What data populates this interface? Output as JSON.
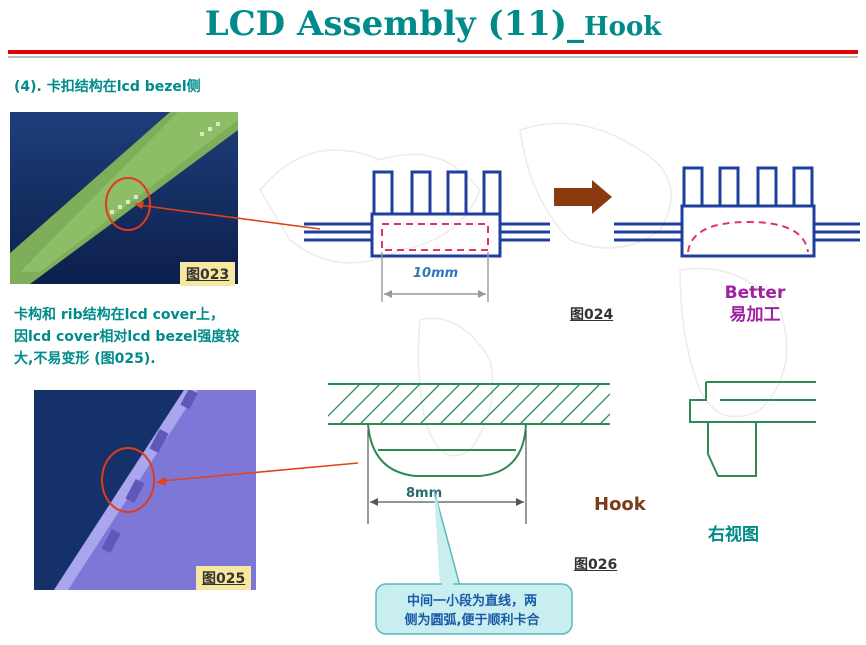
{
  "title": {
    "main": "LCD   Assembly (11)_",
    "suffix": "Hook"
  },
  "section_heading": "(4). 卡扣结构在lcd bezel侧",
  "note_lines": [
    "卡构和 rib结构在lcd cover上，",
    "因lcd cover相对lcd bezel强度较",
    "大,不易变形 (图025)."
  ],
  "figures": {
    "fig023": "图023",
    "fig024": "图024",
    "fig025": "图025",
    "fig026": "图026"
  },
  "dimensions": {
    "top": "10mm",
    "bottom": "8mm"
  },
  "better_label": {
    "en": "Better",
    "cn": "易加工"
  },
  "hook_label": "Hook",
  "right_view_label": "右视图",
  "callout_lines": [
    "中间一小段为直线，两",
    "侧为圆弧,便于顺利卡合"
  ],
  "colors": {
    "title": "#008b8b",
    "accent_red": "#e00000",
    "diagram_blue": "#1f3f9f",
    "dash_pink": "#e0307a",
    "diagram_green": "#2e8b57",
    "arrow_brown": "#8b3a0f",
    "better_purple": "#a020a0",
    "figlabel_bg": "#f7e7a0"
  }
}
